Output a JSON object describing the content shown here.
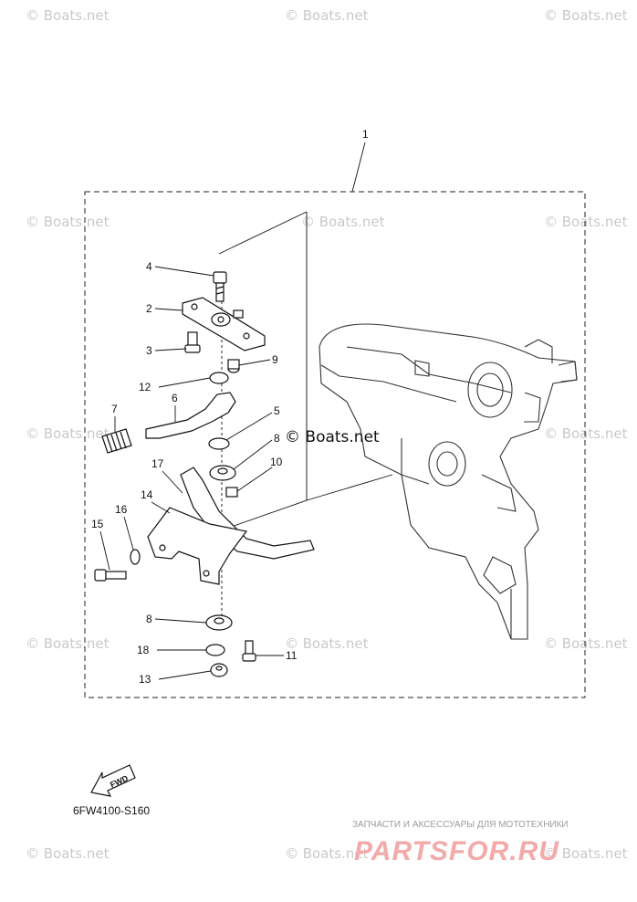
{
  "watermark_text": "© Boats.net",
  "assembly_callout": "1",
  "callouts": [
    "2",
    "3",
    "4",
    "5",
    "6",
    "7",
    "8",
    "8",
    "9",
    "10",
    "11",
    "12",
    "13",
    "14",
    "15",
    "16",
    "17",
    "18"
  ],
  "fwd_label": "FWD",
  "diagram_code": "6FW4100-S160",
  "logo": {
    "subtitle": "ЗАПЧАСТИ И АКСЕССУАРЫ ДЛЯ МОТОТЕХНИКИ",
    "name": "PARTSFOR.RU"
  }
}
